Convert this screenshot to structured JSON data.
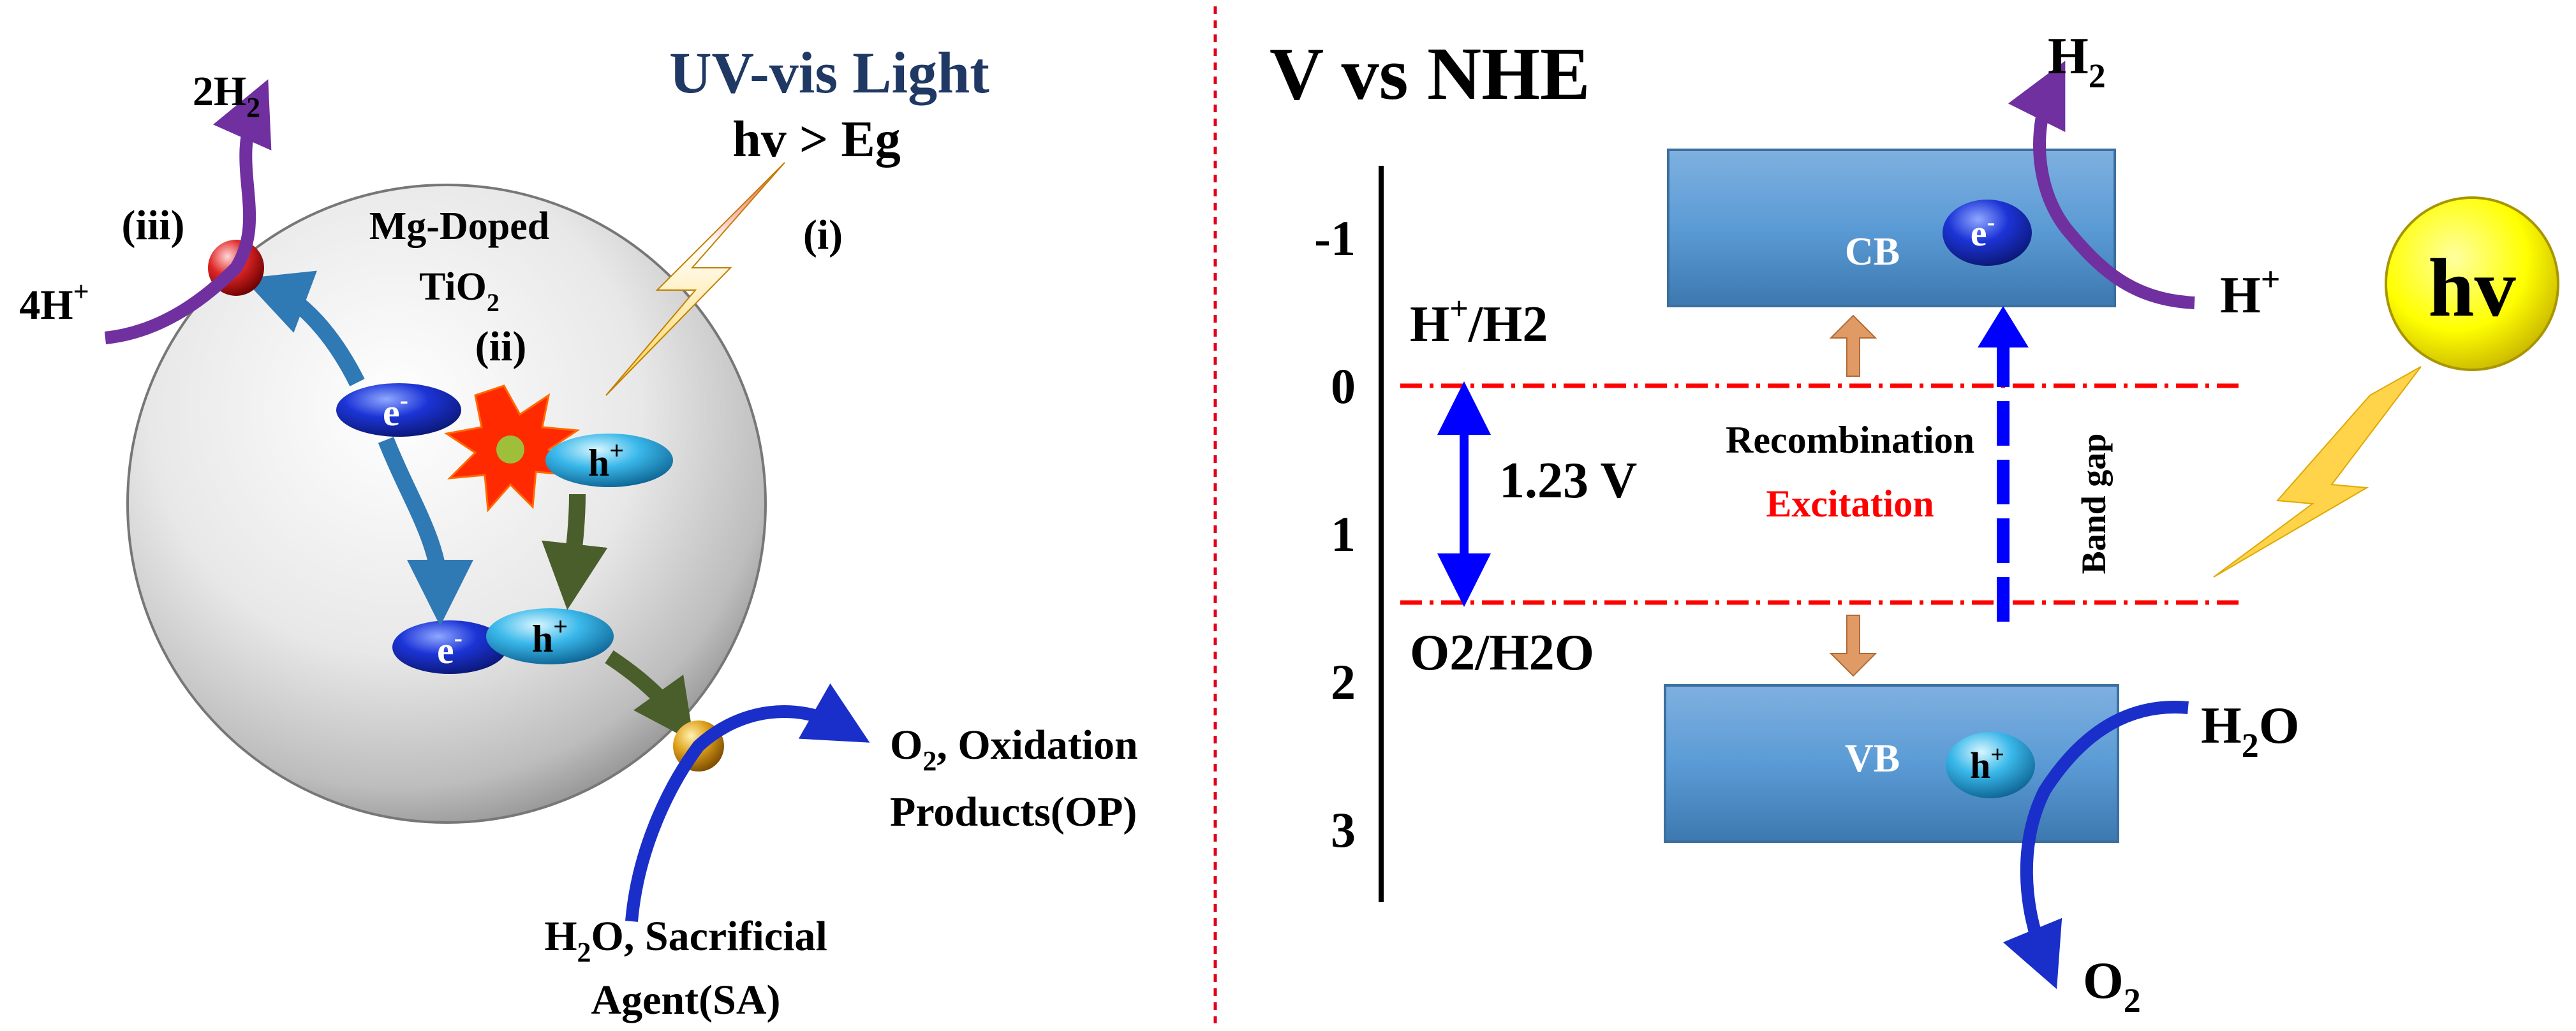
{
  "left_panel": {
    "light": {
      "title": "UV-vis Light",
      "condition": "hv > Eg"
    },
    "catalyst": {
      "line1": "Mg-Doped",
      "line2_main": "TiO",
      "line2_sub": "2"
    },
    "steps": {
      "i": "(i)",
      "ii": "(ii)",
      "iii": "(iii)"
    },
    "electron": {
      "main": "e",
      "sup": "-"
    },
    "hole": {
      "main": "h",
      "sup": "+"
    },
    "h2_product": {
      "prefix": "2H",
      "sub": "2"
    },
    "proton_reactant": {
      "prefix": "4H",
      "sup": "+"
    },
    "oxidation_products": {
      "o": "O",
      "sub": "2",
      "rest": ", Oxidation",
      "line2": "Products(OP)"
    },
    "sacrificial_agent": {
      "h": "H",
      "sub": "2",
      "rest": "O, Sacrificial",
      "line2": "Agent(SA)"
    }
  },
  "right_panel": {
    "title": "V vs NHE",
    "axis_ticks": [
      "-1",
      "0",
      "1",
      "2",
      "3"
    ],
    "h_plus_h2": {
      "h": "H",
      "sup": "+",
      "slash": "/H",
      "sub": "2"
    },
    "o2_h2o": {
      "o": "O",
      "sub1": "2",
      "slash": "/H",
      "sub2": "2",
      "end": "O"
    },
    "voltage": "1.23 V",
    "recombination": "Recombination",
    "excitation": "Excitation",
    "band_gap": "Band gap",
    "cb": "CB",
    "vb": "VB",
    "electron": {
      "main": "e",
      "sup": "-"
    },
    "hole": {
      "main": "h",
      "sup": "+"
    },
    "h2": {
      "h": "H",
      "sub": "2"
    },
    "h_plus": {
      "h": "H",
      "sup": "+"
    },
    "h2o": {
      "h": "H",
      "sub": "2",
      "o": "O"
    },
    "o2": {
      "o": "O",
      "sub": "2"
    },
    "hv_badge": "hv"
  },
  "colors": {
    "separator": "#e0001b",
    "band_box": "#5b9bd5",
    "dashdot": "#ff0000",
    "excitation_text": "#ff0000",
    "blue_arrow": "#0000ff",
    "purple_arrow": "#7030a0",
    "title_navy": "#1f3864",
    "hv_yellow": "#ffff00"
  }
}
